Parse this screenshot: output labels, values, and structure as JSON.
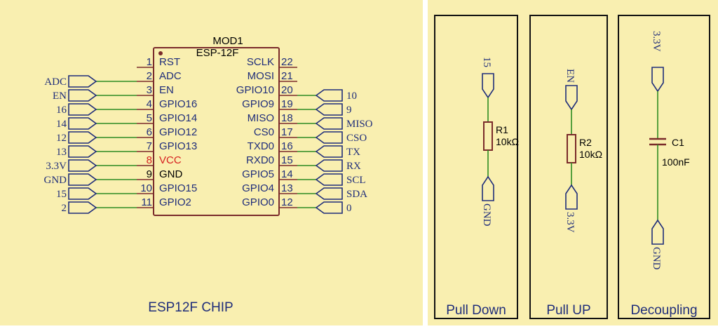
{
  "colors": {
    "background": "#f9efb0",
    "divider": "#ffffff",
    "ink": "#1f2d7a",
    "wire": "#2e8b22",
    "body": "#7a2a2a",
    "pin_vcc": "#d62020",
    "pin_gnd": "#000000"
  },
  "chip": {
    "ref": "MOD1",
    "part": "ESP-12F",
    "caption": "ESP12F CHIP",
    "left_pins": [
      {
        "num": "1",
        "name": "RST",
        "net": ""
      },
      {
        "num": "2",
        "name": "ADC",
        "net": "ADC"
      },
      {
        "num": "3",
        "name": "EN",
        "net": "EN"
      },
      {
        "num": "4",
        "name": "GPIO16",
        "net": "16"
      },
      {
        "num": "5",
        "name": "GPIO14",
        "net": "14"
      },
      {
        "num": "6",
        "name": "GPIO12",
        "net": "12"
      },
      {
        "num": "7",
        "name": "GPIO13",
        "net": "13"
      },
      {
        "num": "8",
        "name": "VCC",
        "net": "3.3V",
        "kind": "vcc"
      },
      {
        "num": "9",
        "name": "GND",
        "net": "GND",
        "kind": "gnd"
      },
      {
        "num": "10",
        "name": "GPIO15",
        "net": "15"
      },
      {
        "num": "11",
        "name": "GPIO2",
        "net": "2"
      }
    ],
    "right_pins": [
      {
        "num": "22",
        "name": "SCLK",
        "net": ""
      },
      {
        "num": "21",
        "name": "MOSI",
        "net": ""
      },
      {
        "num": "20",
        "name": "GPIO10",
        "net": "10"
      },
      {
        "num": "19",
        "name": "GPIO9",
        "net": "9"
      },
      {
        "num": "18",
        "name": "MISO",
        "net": "MISO"
      },
      {
        "num": "17",
        "name": "CS0",
        "net": "CSO"
      },
      {
        "num": "16",
        "name": "TXD0",
        "net": "TX"
      },
      {
        "num": "15",
        "name": "RXD0",
        "net": "RX"
      },
      {
        "num": "14",
        "name": "GPIO5",
        "net": "SCL"
      },
      {
        "num": "13",
        "name": "GPIO4",
        "net": "SDA"
      },
      {
        "num": "12",
        "name": "GPIO0",
        "net": "0"
      }
    ]
  },
  "panels": [
    {
      "id": "pull-down",
      "caption": "Pull Down",
      "top_net": "15",
      "bottom_net": "GND",
      "ref": "R1",
      "value": "10kΩ",
      "type": "resistor"
    },
    {
      "id": "pull-up",
      "caption": "Pull UP",
      "top_net": "EN",
      "bottom_net": "3.3V",
      "ref": "R2",
      "value": "10kΩ",
      "type": "resistor"
    },
    {
      "id": "decoupling",
      "caption": "Decoupling",
      "top_net": "3.3V",
      "bottom_net": "GND",
      "ref": "C1",
      "value": "100nF",
      "type": "capacitor"
    }
  ]
}
